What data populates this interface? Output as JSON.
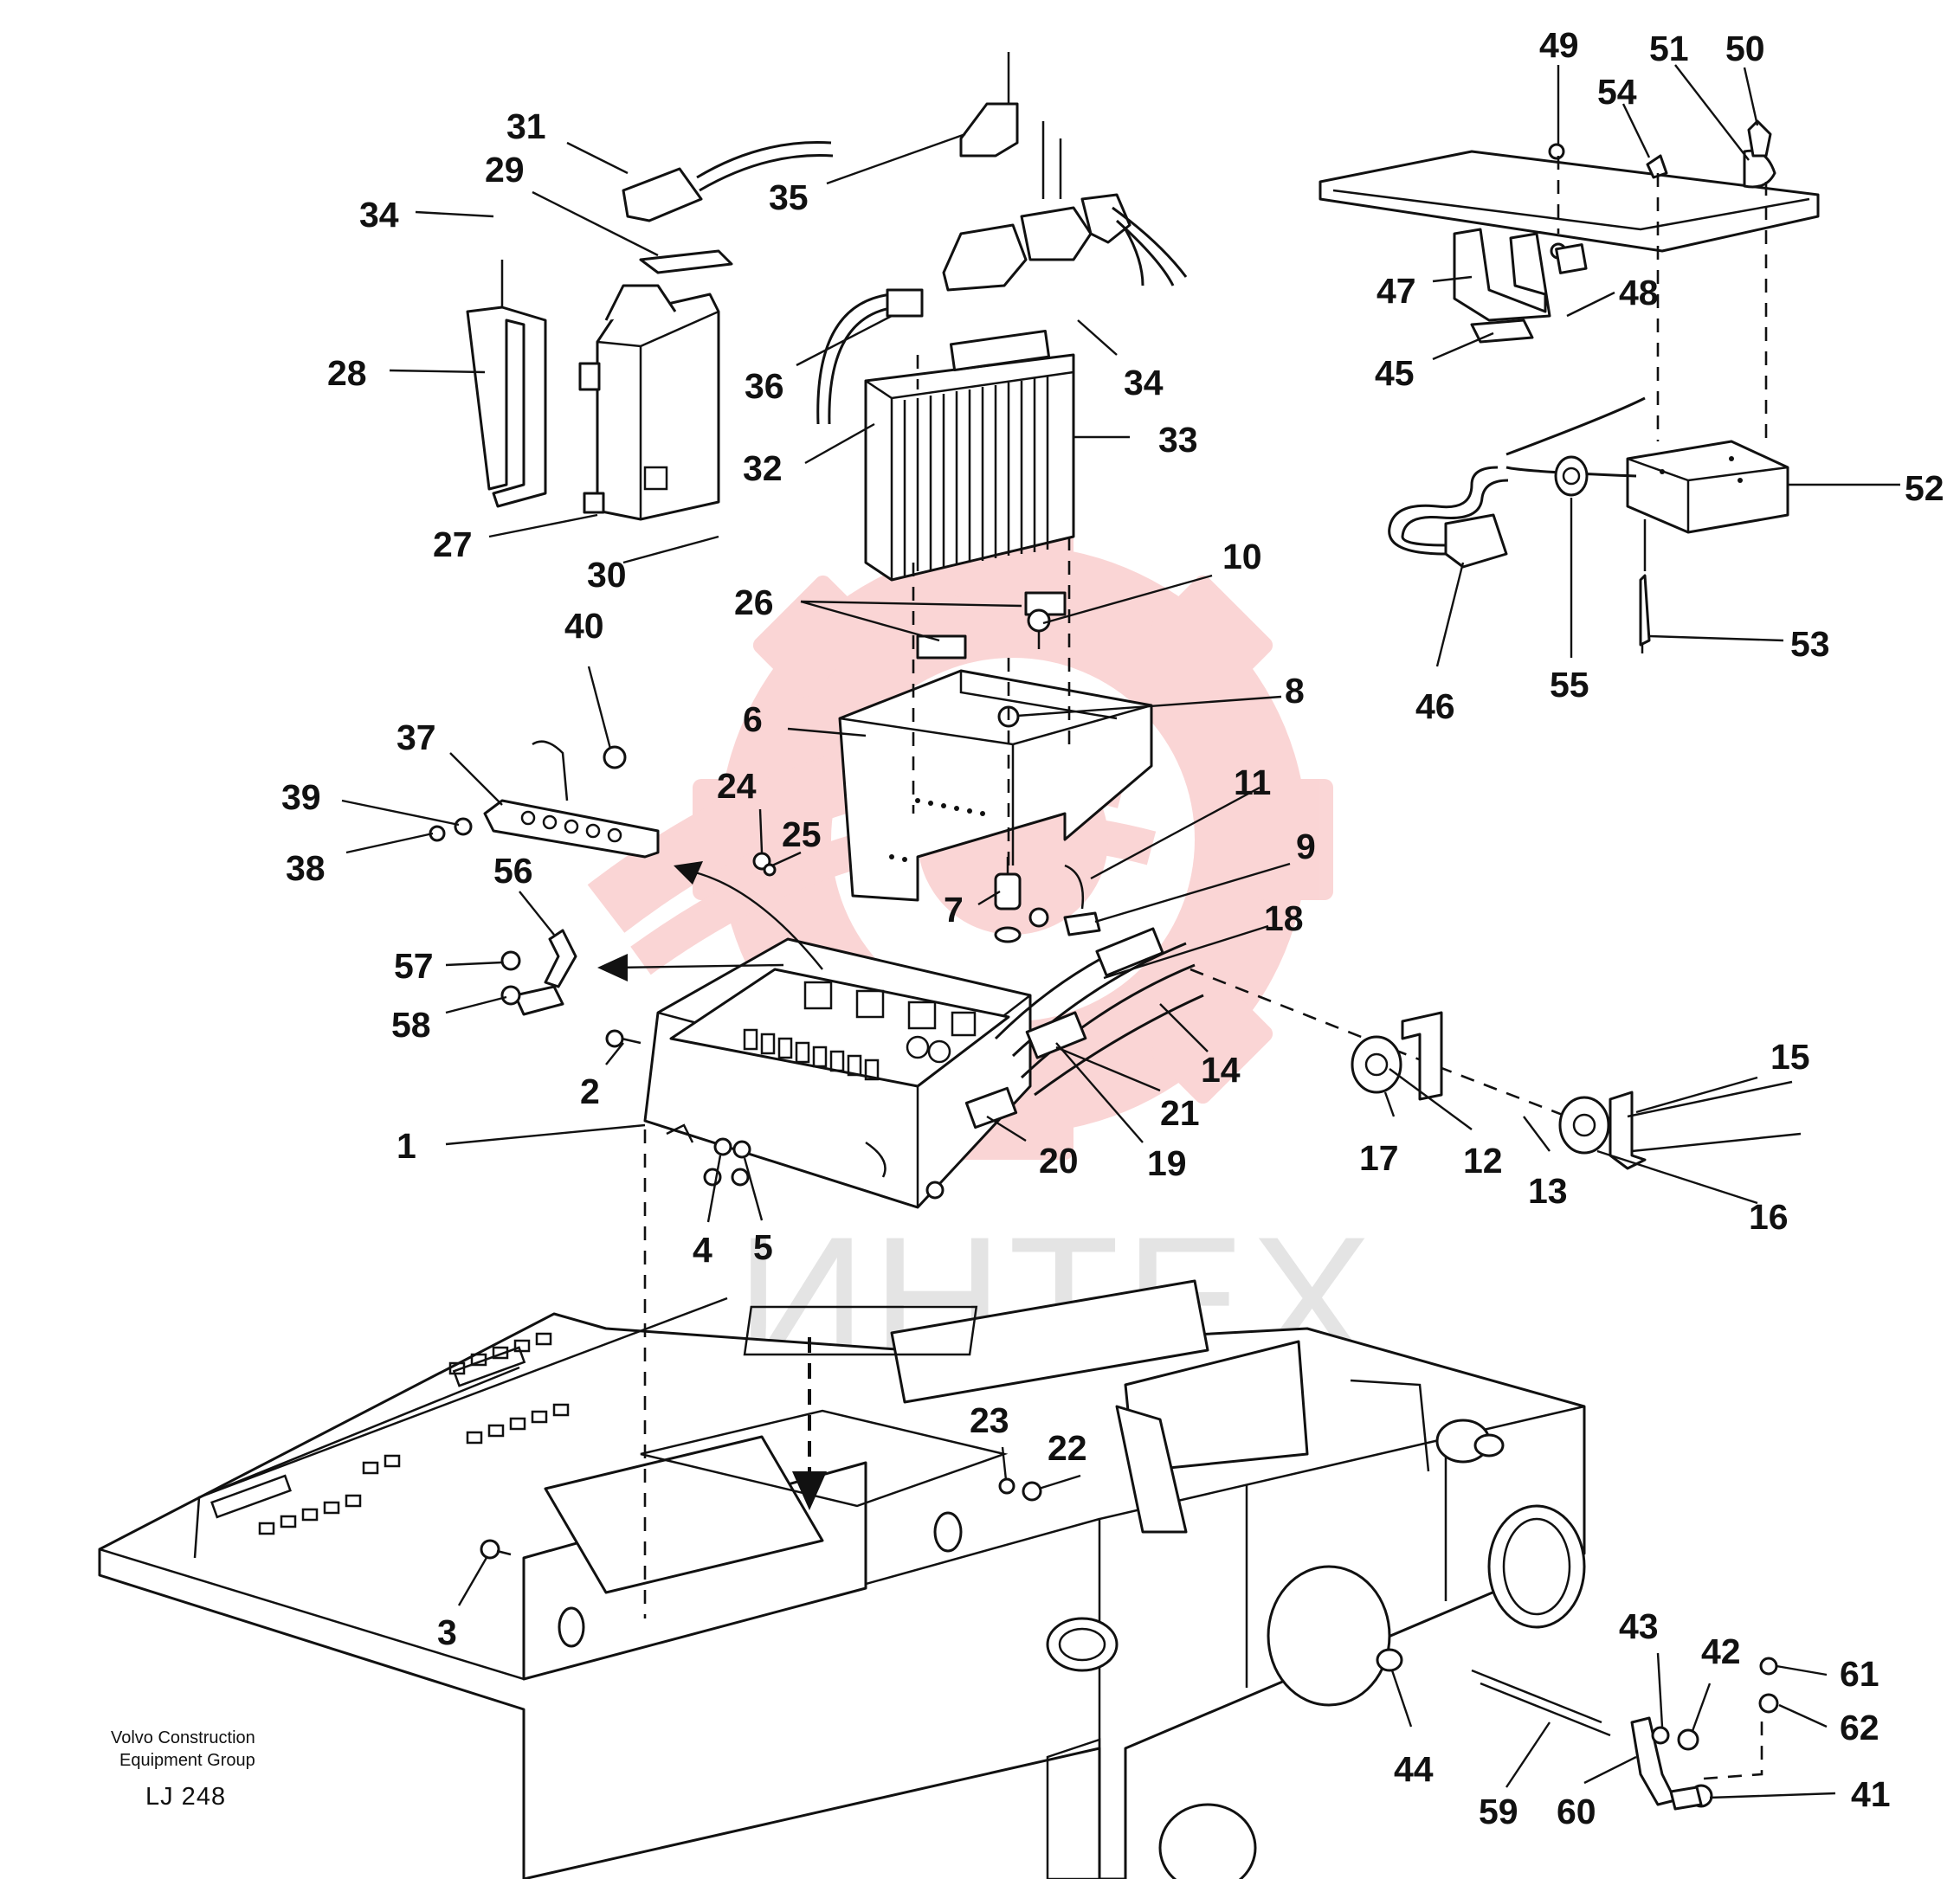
{
  "footer": {
    "company_line_1": "Volvo Construction",
    "company_line_2": "Equipment Group",
    "code": "LJ 248"
  },
  "watermark": {
    "text": "ИНТЕХ",
    "color": "#f5a3a3"
  },
  "callouts": [
    "1",
    "2",
    "3",
    "4",
    "5",
    "6",
    "7",
    "8",
    "9",
    "10",
    "11",
    "12",
    "13",
    "14",
    "15",
    "16",
    "17",
    "18",
    "19",
    "20",
    "21",
    "22",
    "23",
    "24",
    "25",
    "26",
    "27",
    "28",
    "29",
    "30",
    "31",
    "32",
    "33",
    "34",
    "35",
    "36",
    "37",
    "38",
    "39",
    "40",
    "41",
    "42",
    "43",
    "44",
    "45",
    "46",
    "47",
    "48",
    "49",
    "50",
    "51",
    "52",
    "53",
    "54",
    "55",
    "56",
    "57",
    "58",
    "59",
    "60",
    "61",
    "62"
  ]
}
